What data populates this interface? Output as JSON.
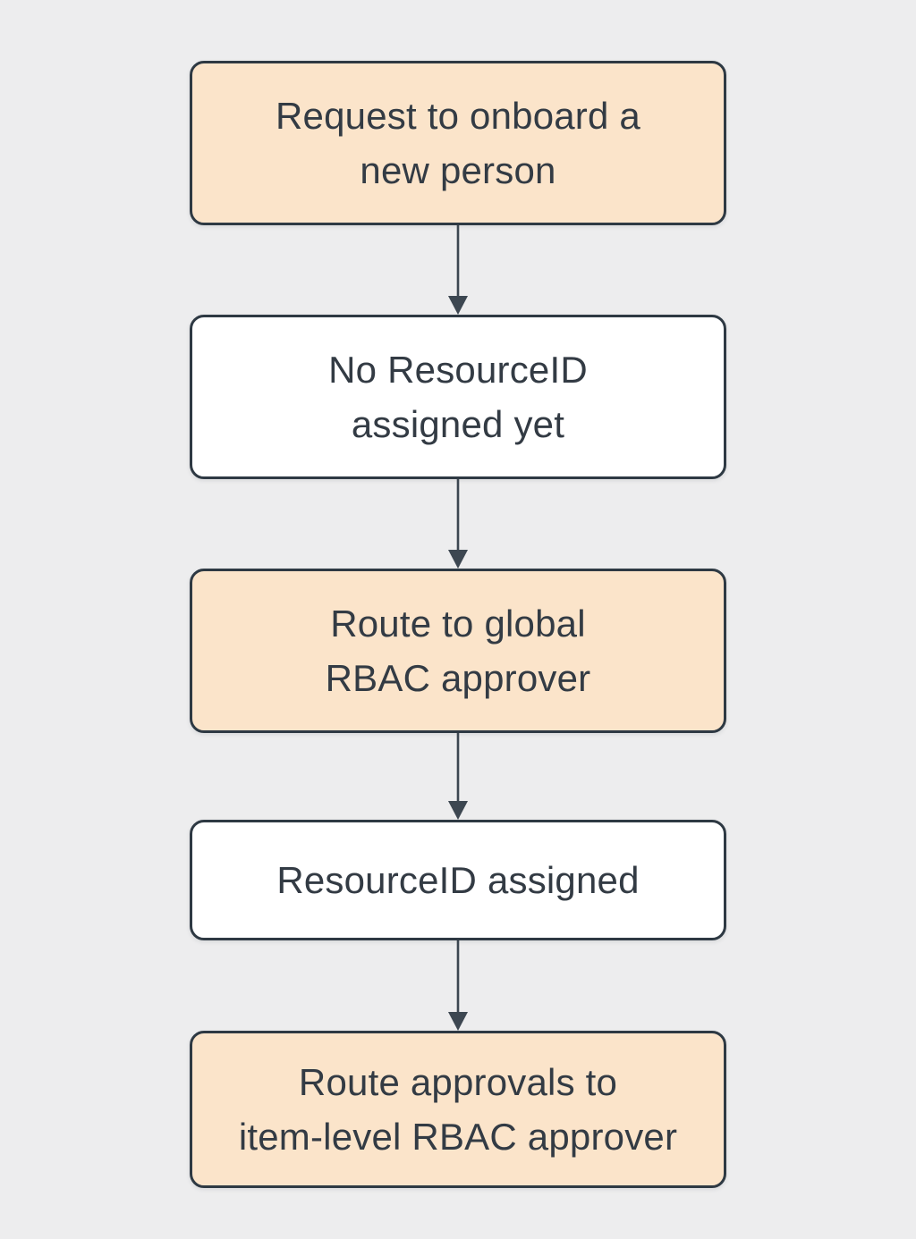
{
  "canvas": {
    "background_color": "#ededee"
  },
  "flowchart": {
    "type": "flowchart",
    "direction": "top-down",
    "colors": {
      "accent_node_fill": "#fbe4ca",
      "plain_node_fill": "#ffffff",
      "node_border": "#2e3943",
      "node_text": "#333b44",
      "arrow": "#3d4751"
    },
    "nodes": [
      {
        "label": "Request to onboard a\nnew person",
        "variant": "accent"
      },
      {
        "label": "No ResourceID\nassigned yet",
        "variant": "plain"
      },
      {
        "label": "Route to global\nRBAC approver",
        "variant": "accent"
      },
      {
        "label": "ResourceID assigned",
        "variant": "plain"
      },
      {
        "label": "Route approvals to\nitem-level RBAC approver",
        "variant": "accent"
      }
    ],
    "edges": [
      {
        "from": 0,
        "to": 1,
        "style": "arrow-down"
      },
      {
        "from": 1,
        "to": 2,
        "style": "arrow-down"
      },
      {
        "from": 2,
        "to": 3,
        "style": "arrow-down"
      },
      {
        "from": 3,
        "to": 4,
        "style": "arrow-down"
      }
    ]
  }
}
